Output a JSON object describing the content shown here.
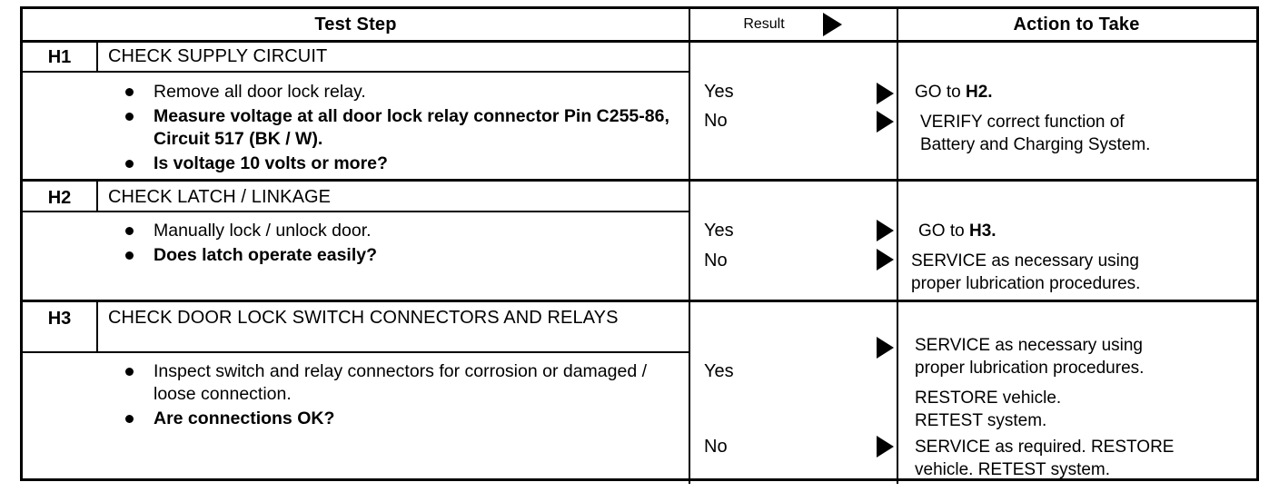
{
  "table": {
    "headers": {
      "test_step": "Test Step",
      "result": "Result",
      "action": "Action to Take",
      "result_marker_icon": "triangle-right-icon"
    },
    "rows": [
      {
        "id": "H1",
        "title": "CHECK SUPPLY CIRCUIT",
        "bullets": [
          {
            "text": "Remove all door lock relay.",
            "bold": false
          },
          {
            "text": "Measure voltage at all door lock relay connector Pin C255-86, Circuit 517 (BK / W).",
            "bold": false
          },
          {
            "text": "Is voltage 10 volts or more?",
            "bold": true
          }
        ],
        "outcomes": [
          {
            "result": "Yes",
            "marker_icon": "triangle-right-icon",
            "action_prefix": "GO to ",
            "action_bold": "H2.",
            "action_suffix": ""
          },
          {
            "result": "No",
            "marker_icon": "triangle-right-icon",
            "action_lines": [
              "VERIFY correct function of",
              "Battery and Charging System."
            ]
          }
        ]
      },
      {
        "id": "H2",
        "title": "CHECK LATCH / LINKAGE",
        "bullets": [
          {
            "text": "Manually lock / unlock door.",
            "bold": false
          },
          {
            "text": "Does latch operate easily?",
            "bold": true
          }
        ],
        "outcomes": [
          {
            "result": "Yes",
            "marker_icon": "triangle-right-icon",
            "action_prefix": "GO to ",
            "action_bold": "H3.",
            "action_suffix": ""
          },
          {
            "result": "No",
            "marker_icon": "triangle-right-icon",
            "action_lines": [
              "SERVICE as necessary using",
              "proper lubrication procedures."
            ]
          }
        ]
      },
      {
        "id": "H3",
        "title": "CHECK DOOR LOCK SWITCH CONNECTORS AND RELAYS",
        "bullets": [
          {
            "text": "Inspect switch and relay connectors for corrosion or damaged / loose connection.",
            "bold": false
          },
          {
            "text": "Are connections OK?",
            "bold": true
          }
        ],
        "outcomes": [
          {
            "result": "Yes",
            "marker_icon": "triangle-right-icon",
            "action_lines": [
              "SERVICE as necessary using",
              "proper lubrication procedures."
            ],
            "action_lines_2": [
              "RESTORE vehicle.",
              "RETEST system."
            ]
          },
          {
            "result": "No",
            "marker_icon": "triangle-right-icon",
            "action_lines": [
              "SERVICE as required. RESTORE",
              "vehicle. RETEST system."
            ]
          }
        ]
      }
    ]
  }
}
